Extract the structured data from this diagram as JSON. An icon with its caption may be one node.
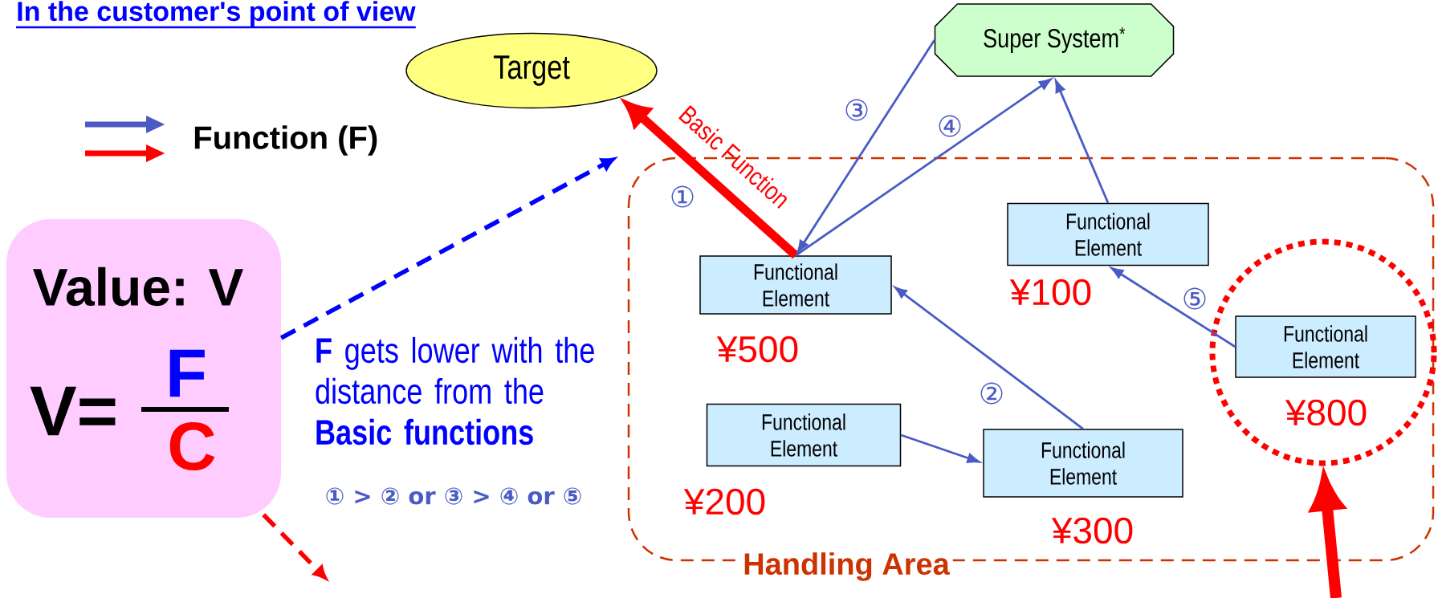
{
  "diagram": {
    "title": "In the customer's point of view",
    "nodes": [
      {
        "text": [
          "Target"
        ]
      },
      {
        "text": [
          "Super System$^{*}$"
        ]
      },
      {
        "text": [
          "Value: V",
          "V=",
          "F",
          "C"
        ]
      },
      {
        "text": [
          "Handling Area"
        ]
      },
      {
        "text": [
          "Functional Element"
        ],
        "in": 3,
        "beside": [
          "¥500"
        ]
      },
      {
        "text": [
          "Functional Element"
        ],
        "in": 3,
        "beside": [
          "¥100"
        ]
      },
      {
        "text": [],
        "shape": "circle",
        "in": 3
      },
      {
        "text": [
          "Functional Element"
        ],
        "in": 6,
        "beside": [
          "¥800"
        ]
      },
      {
        "text": [
          "Functional Element"
        ],
        "in": 3,
        "beside": [
          "¥200"
        ]
      },
      {
        "text": [
          "Functional Element"
        ],
        "in": 3,
        "beside": [
          "¥300"
        ]
      }
    ],
    "edges": [
      {
        "from": 4,
        "to": 0,
        "arrow": "to",
        "label": "Basic Function",
        "style": "thick",
        "color": "#ff0000"
      },
      {
        "from": 1,
        "to": 4,
        "arrow": "to",
        "label": "③"
      },
      {
        "from": 4,
        "to": 1,
        "arrow": "to",
        "label": "④"
      },
      {
        "from": 5,
        "to": 1,
        "arrow": "to"
      },
      {
        "from": 9,
        "to": 4,
        "arrow": "to",
        "label": "②"
      },
      {
        "from": 8,
        "to": 9,
        "arrow": "to"
      },
      {
        "from": 7,
        "to": 5,
        "arrow": "to",
        "label": "⑤"
      },
      {
        "from": 2,
        "to": null,
        "arrow": "to",
        "style": "dashed",
        "color": "#0000ff"
      },
      {
        "from": 2,
        "to": null,
        "arrow": "to",
        "style": "dashed",
        "color": "#ff0000"
      },
      {
        "from": null,
        "to": 6,
        "arrow": "to",
        "style": "thick",
        "color": "#ff0000"
      }
    ],
    "labels": [
      "①",
      "**F** gets lower with the distance from the **Basic functions**",
      "① > ② or ③ > ④ or ⑤"
    ],
    "legend": [
      {
        "text": "Function (F)"
      }
    ]
  }
}
